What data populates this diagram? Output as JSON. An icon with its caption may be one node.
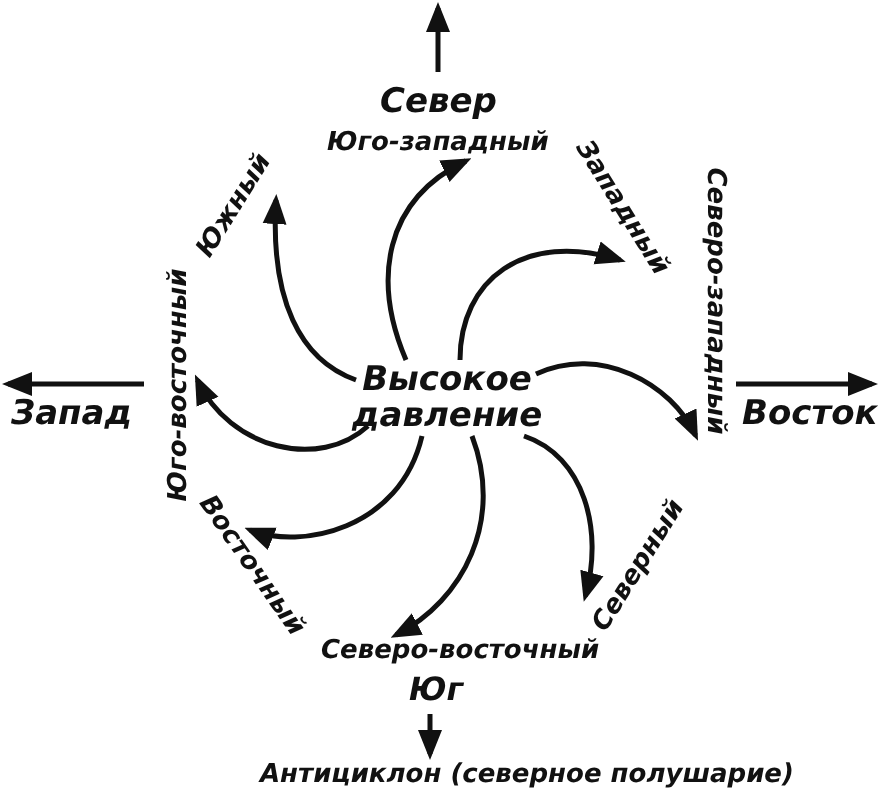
{
  "diagram": {
    "caption": "Антициклон (северное полушарие)",
    "nodes": [
      {
        "text": [
          "Высокое давление"
        ]
      },
      {
        "text": [
          "Юго-западный"
        ]
      },
      {
        "text": [
          "Западный"
        ]
      },
      {
        "text": [
          "Северо-западный"
        ]
      },
      {
        "text": [
          "Северный"
        ]
      },
      {
        "text": [
          "Северо-восточный"
        ]
      },
      {
        "text": [
          "Восточный"
        ]
      },
      {
        "text": [
          "Юго-восточный"
        ]
      },
      {
        "text": [
          "Южный"
        ]
      }
    ],
    "edges": [
      {
        "from": 0,
        "to": 1,
        "arrow": "to"
      },
      {
        "from": 0,
        "to": 2,
        "arrow": "to"
      },
      {
        "from": 0,
        "to": 3,
        "arrow": "to"
      },
      {
        "from": 0,
        "to": 4,
        "arrow": "to"
      },
      {
        "from": 0,
        "to": 5,
        "arrow": "to"
      },
      {
        "from": 0,
        "to": 6,
        "arrow": "to"
      },
      {
        "from": 0,
        "to": 7,
        "arrow": "to"
      },
      {
        "from": 0,
        "to": 8,
        "arrow": "to"
      }
    ],
    "labels": [
      "Север",
      "Запад",
      "Восток",
      "Юг"
    ]
  }
}
